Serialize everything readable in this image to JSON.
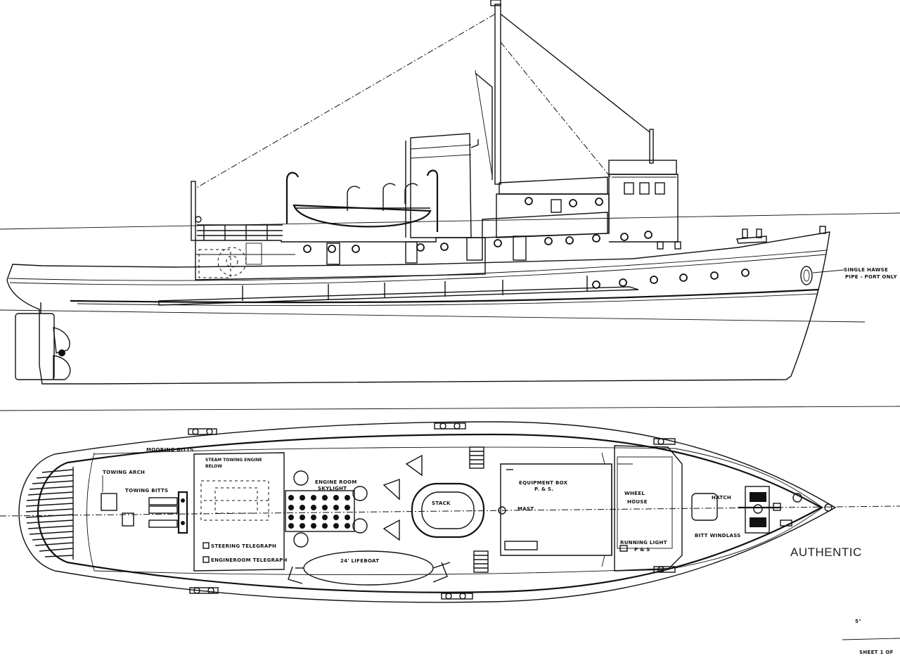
{
  "labels": {
    "hawse_line1": "SINGLE HAWSE",
    "hawse_line2": "PIPE - PORT ONLY",
    "mooring_bitts": "MOORING BITTS",
    "towing_arch": "TOWING ARCH",
    "towing_bitts": "TOWING BITTS",
    "steam_engine_line1": "STEAM TOWING ENGINE",
    "steam_engine_line2": "BELOW",
    "engine_room_line1": "ENGINE ROOM",
    "engine_room_line2": "SKYLIGHT",
    "stack": "STACK",
    "equipment_box_line1": "EQUIPMENT BOX",
    "equipment_box_line2": "P. & S.",
    "mast": "MAST",
    "wheel_line1": "WHEEL",
    "wheel_line2": "HOUSE",
    "hatch": "HATCH",
    "bitt_windlass": "BITT WINDLASS",
    "running_light_line1": "RUNNING LIGHT",
    "running_light_line2": "P & S",
    "steering_telegraph": "STEERING TELEGRAPH",
    "engine_telegraph": "ENGINEROOM TELEGRAPH",
    "lifeboat": "24' LIFEBOAT",
    "authentic": "AUTHENTIC",
    "sheet": "SHEET 1 OF",
    "corner_mark": "5\""
  }
}
